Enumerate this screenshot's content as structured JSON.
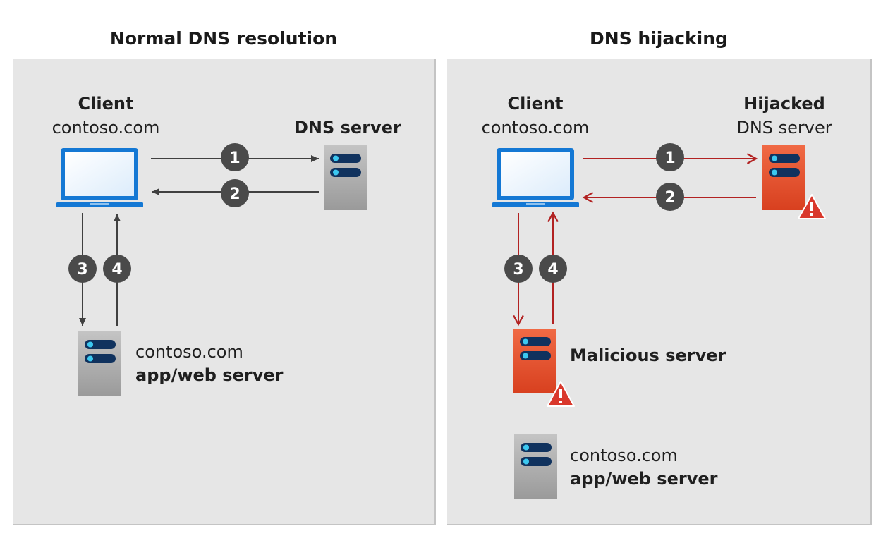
{
  "left_panel": {
    "title": "Normal DNS resolution",
    "client": {
      "title": "Client",
      "domain": "contoso.com"
    },
    "dns_server": {
      "title": "DNS server"
    },
    "app_server": {
      "domain": "contoso.com",
      "title": "app/web server"
    },
    "steps": [
      "1",
      "2",
      "3",
      "4"
    ]
  },
  "right_panel": {
    "title": "DNS hijacking",
    "client": {
      "title": "Client",
      "domain": "contoso.com"
    },
    "dns_server": {
      "title": "Hijacked",
      "subtitle": "DNS server"
    },
    "malicious_server": {
      "title": "Malicious server"
    },
    "app_server": {
      "domain": "contoso.com",
      "title": "app/web server"
    },
    "steps": [
      "1",
      "2",
      "3",
      "4"
    ]
  },
  "colors": {
    "panel_bg": "#e6e6e6",
    "normal_arrow": "#404040",
    "hijack_arrow": "#b22222",
    "badge": "#4a4a4a",
    "laptop": "#1478d4",
    "server_gray": "#a8a8a8",
    "server_red": "#e8492a",
    "warning": "#d9382c"
  },
  "icons": [
    "laptop-icon",
    "server-icon",
    "malicious-server-icon",
    "warning-icon"
  ]
}
